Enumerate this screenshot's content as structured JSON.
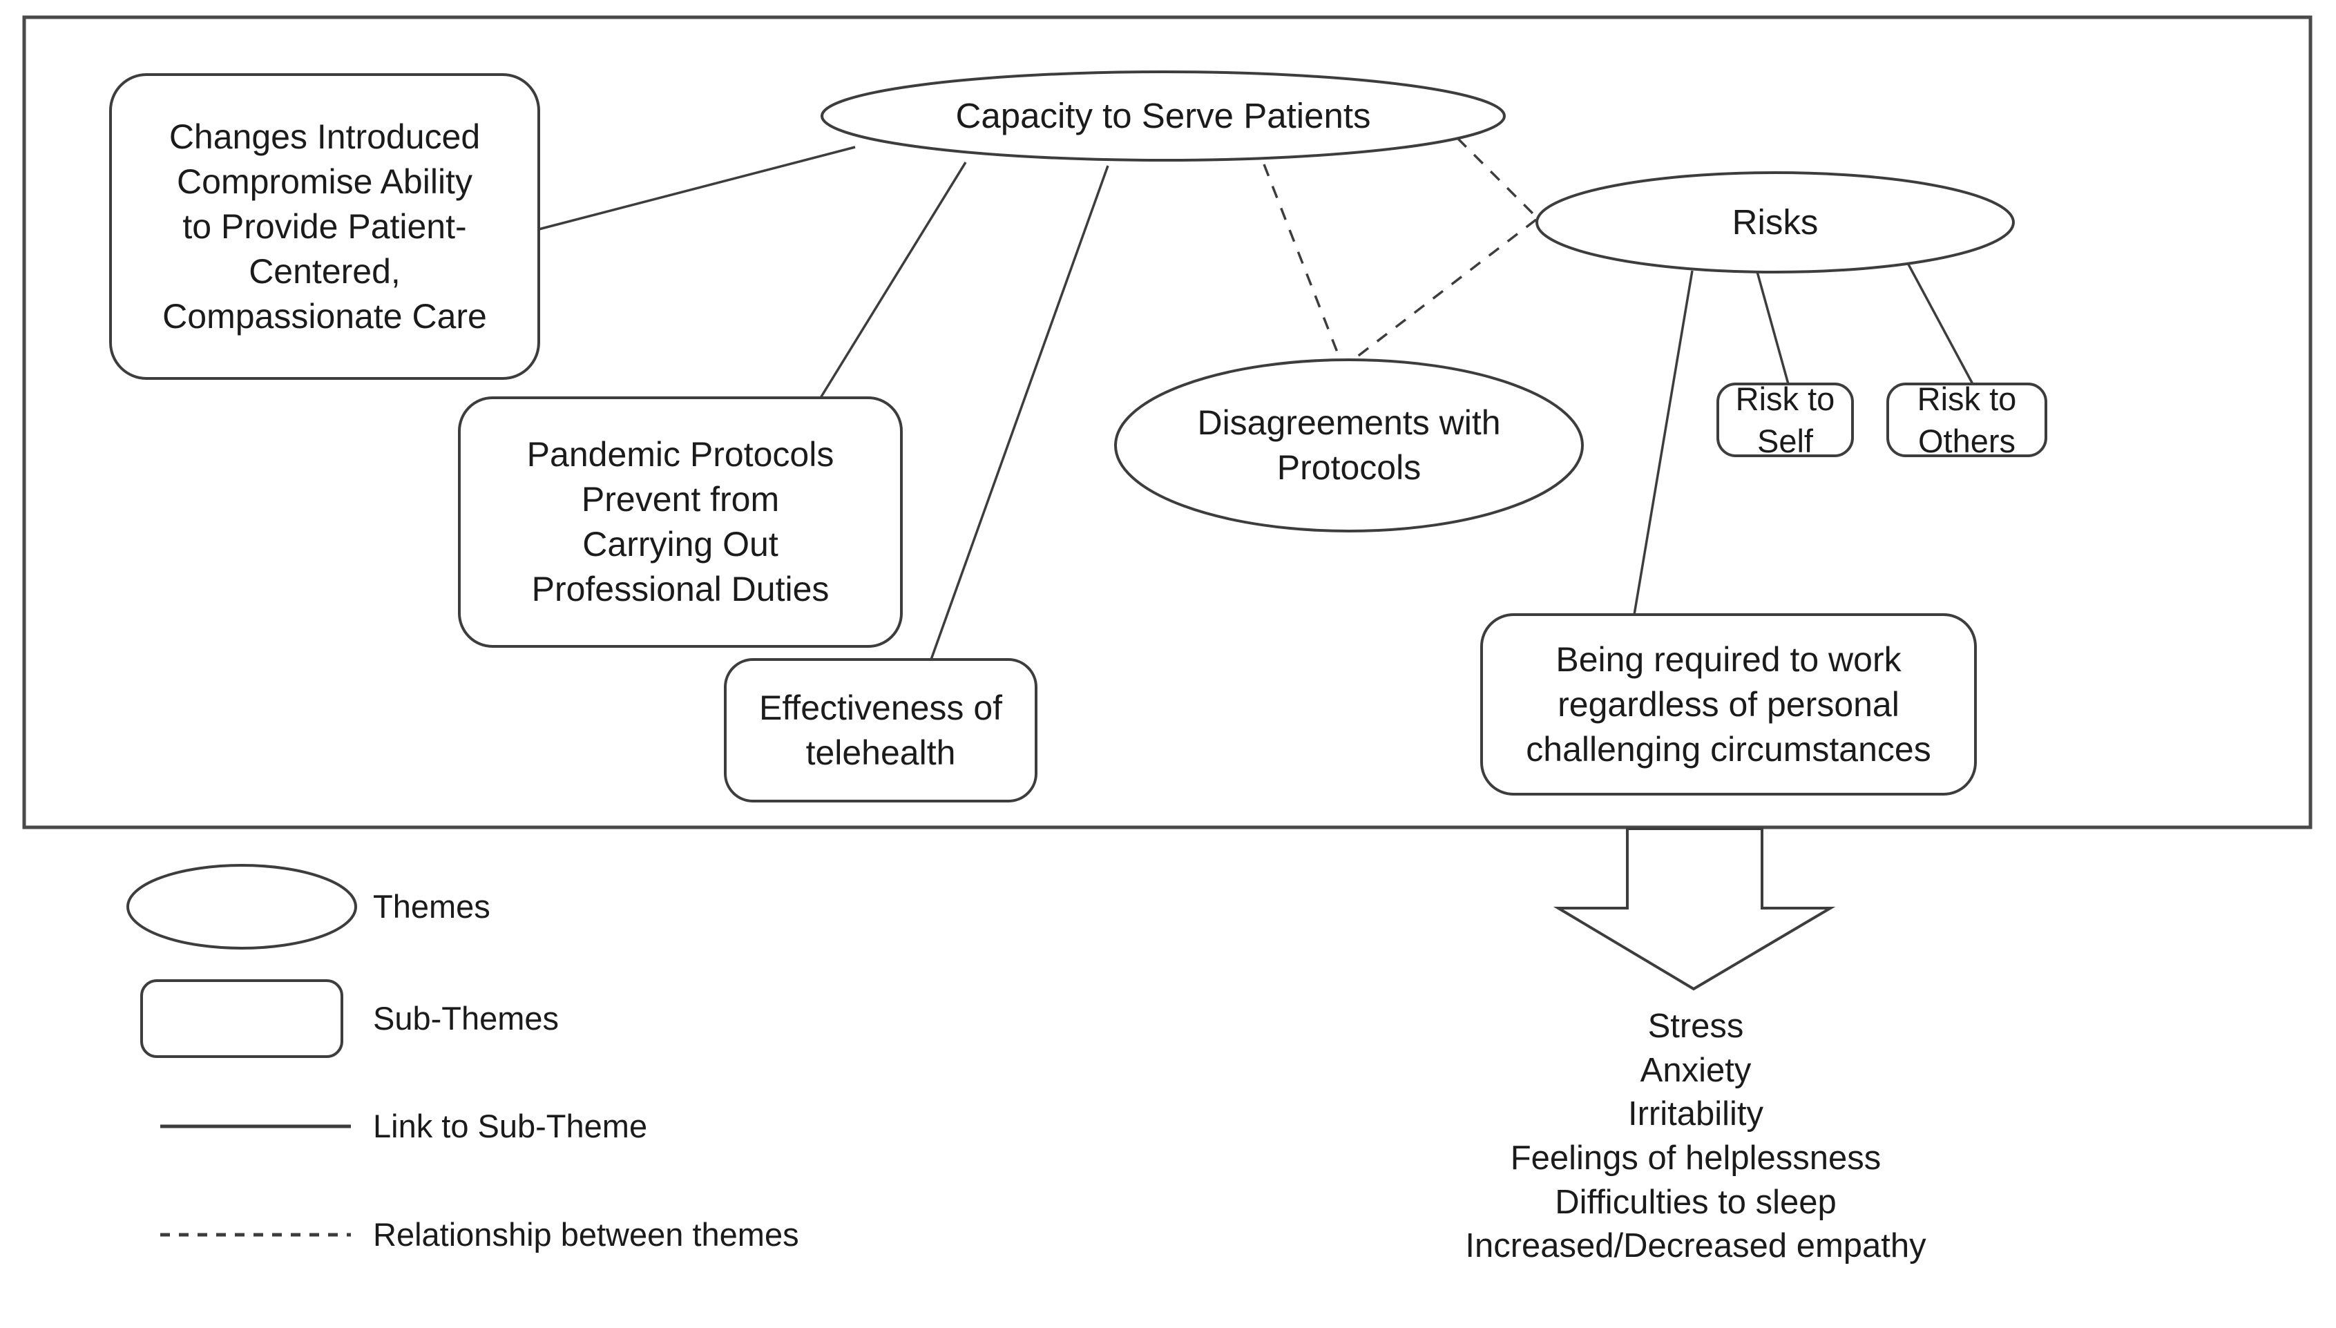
{
  "diagram": {
    "title_present": false,
    "stroke_color": "#3d3d3d",
    "text_color": "#1b1b1b",
    "background": "#ffffff",
    "themes": [
      {
        "id": "capacity-to-serve-patients",
        "label": "Capacity to Serve Patients",
        "shape": "ellipse"
      },
      {
        "id": "risks",
        "label": "Risks",
        "shape": "ellipse"
      },
      {
        "id": "disagreements-with-protocols",
        "label": "Disagreements with\nProtocols",
        "shape": "ellipse"
      }
    ],
    "sub_themes": [
      {
        "id": "changes-introduced",
        "label": "Changes Introduced\nCompromise Ability\nto Provide Patient-\nCentered,\nCompassionate Care",
        "parent": "capacity-to-serve-patients",
        "shape": "rounded-rect"
      },
      {
        "id": "pandemic-protocols",
        "label": "Pandemic Protocols\nPrevent from\nCarrying Out\nProfessional Duties",
        "parent": "capacity-to-serve-patients",
        "shape": "rounded-rect"
      },
      {
        "id": "effectiveness-of-telehealth",
        "label": "Effectiveness of\ntelehealth",
        "parent": "capacity-to-serve-patients",
        "shape": "rounded-rect"
      },
      {
        "id": "being-required-to-work",
        "label": "Being required to work\nregardless of personal\nchallenging circumstances",
        "parent": "risks",
        "shape": "rounded-rect"
      },
      {
        "id": "risk-to-self",
        "label": "Risk to Self",
        "parent": "risks",
        "shape": "rounded-rect"
      },
      {
        "id": "risk-to-others",
        "label": "Risk to Others",
        "parent": "risks",
        "shape": "rounded-rect"
      }
    ],
    "relationships": [
      {
        "from": "capacity-to-serve-patients",
        "to": "disagreements-with-protocols",
        "style": "dashed"
      },
      {
        "from": "capacity-to-serve-patients",
        "to": "risks",
        "style": "dashed"
      },
      {
        "from": "risks",
        "to": "disagreements-with-protocols",
        "style": "dashed"
      }
    ],
    "outcomes": {
      "arrow_direction": "down",
      "items": [
        "Stress",
        "Anxiety",
        "Irritability",
        "Feelings of helplessness",
        "Difficulties to sleep",
        "Increased/Decreased empathy"
      ]
    },
    "legend": {
      "items": [
        {
          "symbol": "ellipse",
          "label": "Themes"
        },
        {
          "symbol": "rounded-rect",
          "label": "Sub-Themes"
        },
        {
          "symbol": "solid-line",
          "label": "Link to Sub-Theme"
        },
        {
          "symbol": "dashed-line",
          "label": "Relationship between themes"
        }
      ]
    }
  }
}
